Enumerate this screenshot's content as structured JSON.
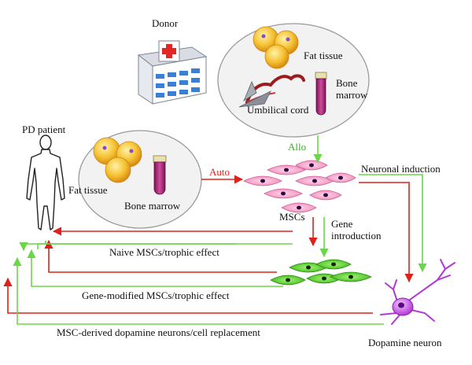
{
  "labels": {
    "donor": "Donor",
    "fat_tissue_donor": "Fat tissue",
    "bone_marrow_donor": "Bone\nmarrow",
    "umbilical_cord": "Umbilical cord",
    "pd_patient": "PD patient",
    "fat_tissue_patient": "Fat tissue",
    "bone_marrow_patient": "Bone marrow",
    "allo": "Allo",
    "auto": "Auto",
    "neuronal_induction": "Neuronal induction",
    "mscs": "MSCs",
    "gene_introduction": "Gene\nintroduction",
    "naive_effect": "Naive MSCs/trophic effect",
    "gene_modified_effect": "Gene-modified MSCs/trophic effect",
    "msc_derived": "MSC-derived dopamine neurons/cell replacement",
    "dopamine_neuron": "Dopamine neuron"
  },
  "colors": {
    "red_arrow": "#e0211b",
    "green_arrow": "#6cd64a",
    "allo_text": "#3ab02a",
    "auto_text": "#e0211b",
    "msc_cell": "#f6a6c8",
    "gene_cell": "#4fd226",
    "neuron": "#c64fe0",
    "fat_cell": "#f5c232",
    "tube": "#b0257a"
  },
  "icons": [
    "hospital-icon",
    "person-silhouette-icon",
    "fat-cells-icon",
    "bone-marrow-tube-icon",
    "umbilical-cord-icon",
    "msc-cell-icon",
    "gene-modified-cell-icon",
    "dopamine-neuron-icon"
  ]
}
